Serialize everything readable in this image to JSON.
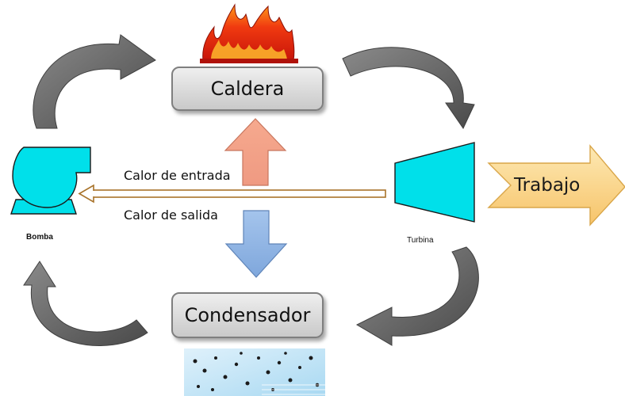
{
  "nodes": {
    "caldera": "Caldera",
    "condensador": "Condensador",
    "trabajo": "Trabajo",
    "bomba": "Bomba",
    "turbina": "Turbina"
  },
  "labels": {
    "calor_entrada": "Calor de entrada",
    "calor_salida": "Calor de salida"
  },
  "colors": {
    "box_fill": "#d9d9d9",
    "equipment": "#00e5ee",
    "heat_in_arrow": "#f4a58a",
    "heat_out_arrow": "#8eb4e3",
    "work_arrow": "#fbd58a",
    "heat_line": "#a8732a",
    "cycle_arrow": "#666666"
  }
}
